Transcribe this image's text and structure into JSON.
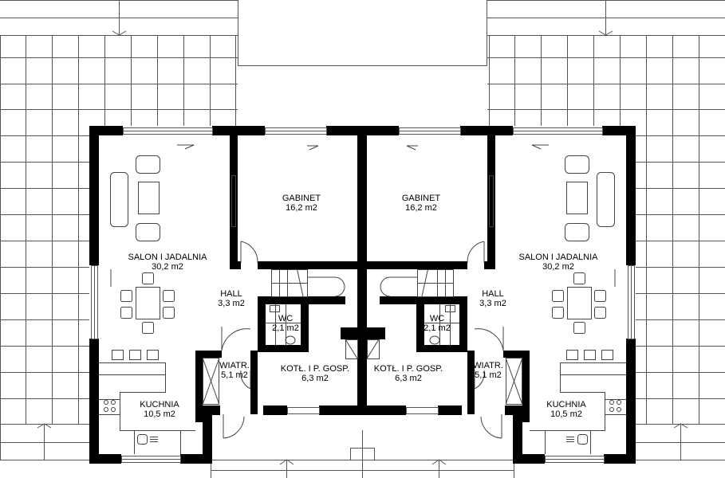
{
  "plan": {
    "title": "Semi-detached house ground floor plan",
    "colors": {
      "wall": "#000000",
      "line": "#555555",
      "background": "#ffffff"
    },
    "units": [
      {
        "side": "left",
        "rooms": [
          {
            "name": "SALON I JADALNIA",
            "area": "30,2 m2"
          },
          {
            "name": "GABINET",
            "area": "16,2 m2"
          },
          {
            "name": "HALL",
            "area": "3,3 m2"
          },
          {
            "name": "WC",
            "area": "2,1 m2"
          },
          {
            "name": "WIATR.",
            "area": "5,1 m2"
          },
          {
            "name": "KOTŁ. I P. GOSP.",
            "area": "6,3 m2"
          },
          {
            "name": "KUCHNIA",
            "area": "10,5 m2"
          }
        ]
      },
      {
        "side": "right",
        "rooms": [
          {
            "name": "SALON I JADALNIA",
            "area": "30,2 m2"
          },
          {
            "name": "GABINET",
            "area": "16,2 m2"
          },
          {
            "name": "HALL",
            "area": "3,3 m2"
          },
          {
            "name": "WC",
            "area": "2,1 m2"
          },
          {
            "name": "WIATR.",
            "area": "5,1 m2"
          },
          {
            "name": "KOTŁ. I P. GOSP.",
            "area": "6,3 m2"
          },
          {
            "name": "KUCHNIA",
            "area": "10,5 m2"
          }
        ]
      }
    ]
  }
}
